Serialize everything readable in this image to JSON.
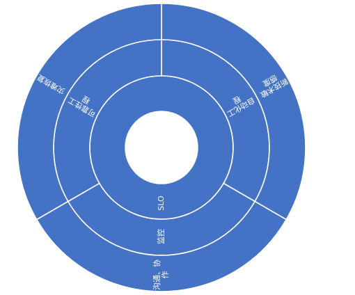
{
  "chart_data": {
    "type": "sunburst",
    "title": "",
    "fill_color": "#4472c4",
    "line_color": "#ffffff",
    "background": "#ffffff",
    "legend": "none",
    "unit_note": "angles in degrees clockwise from 12 o'clock",
    "rings": [
      {
        "level": 1,
        "segments": [
          {
            "label": "SLO",
            "start_deg": 0,
            "end_deg": 360
          }
        ]
      },
      {
        "level": 2,
        "segments": [
          {
            "label": "自动化工程",
            "start_deg": 0,
            "end_deg": 120
          },
          {
            "label": "监控",
            "start_deg": 120,
            "end_deg": 240
          },
          {
            "label": "可靠性工程",
            "start_deg": 240,
            "end_deg": 360
          }
        ]
      },
      {
        "level": 3,
        "segments": [
          {
            "label": "新技术敏感度",
            "start_deg": 0,
            "end_deg": 120
          },
          {
            "label": "沟通、协作",
            "start_deg": 120,
            "end_deg": 240
          },
          {
            "label": "灾难恢复",
            "start_deg": 240,
            "end_deg": 360
          }
        ]
      }
    ]
  }
}
